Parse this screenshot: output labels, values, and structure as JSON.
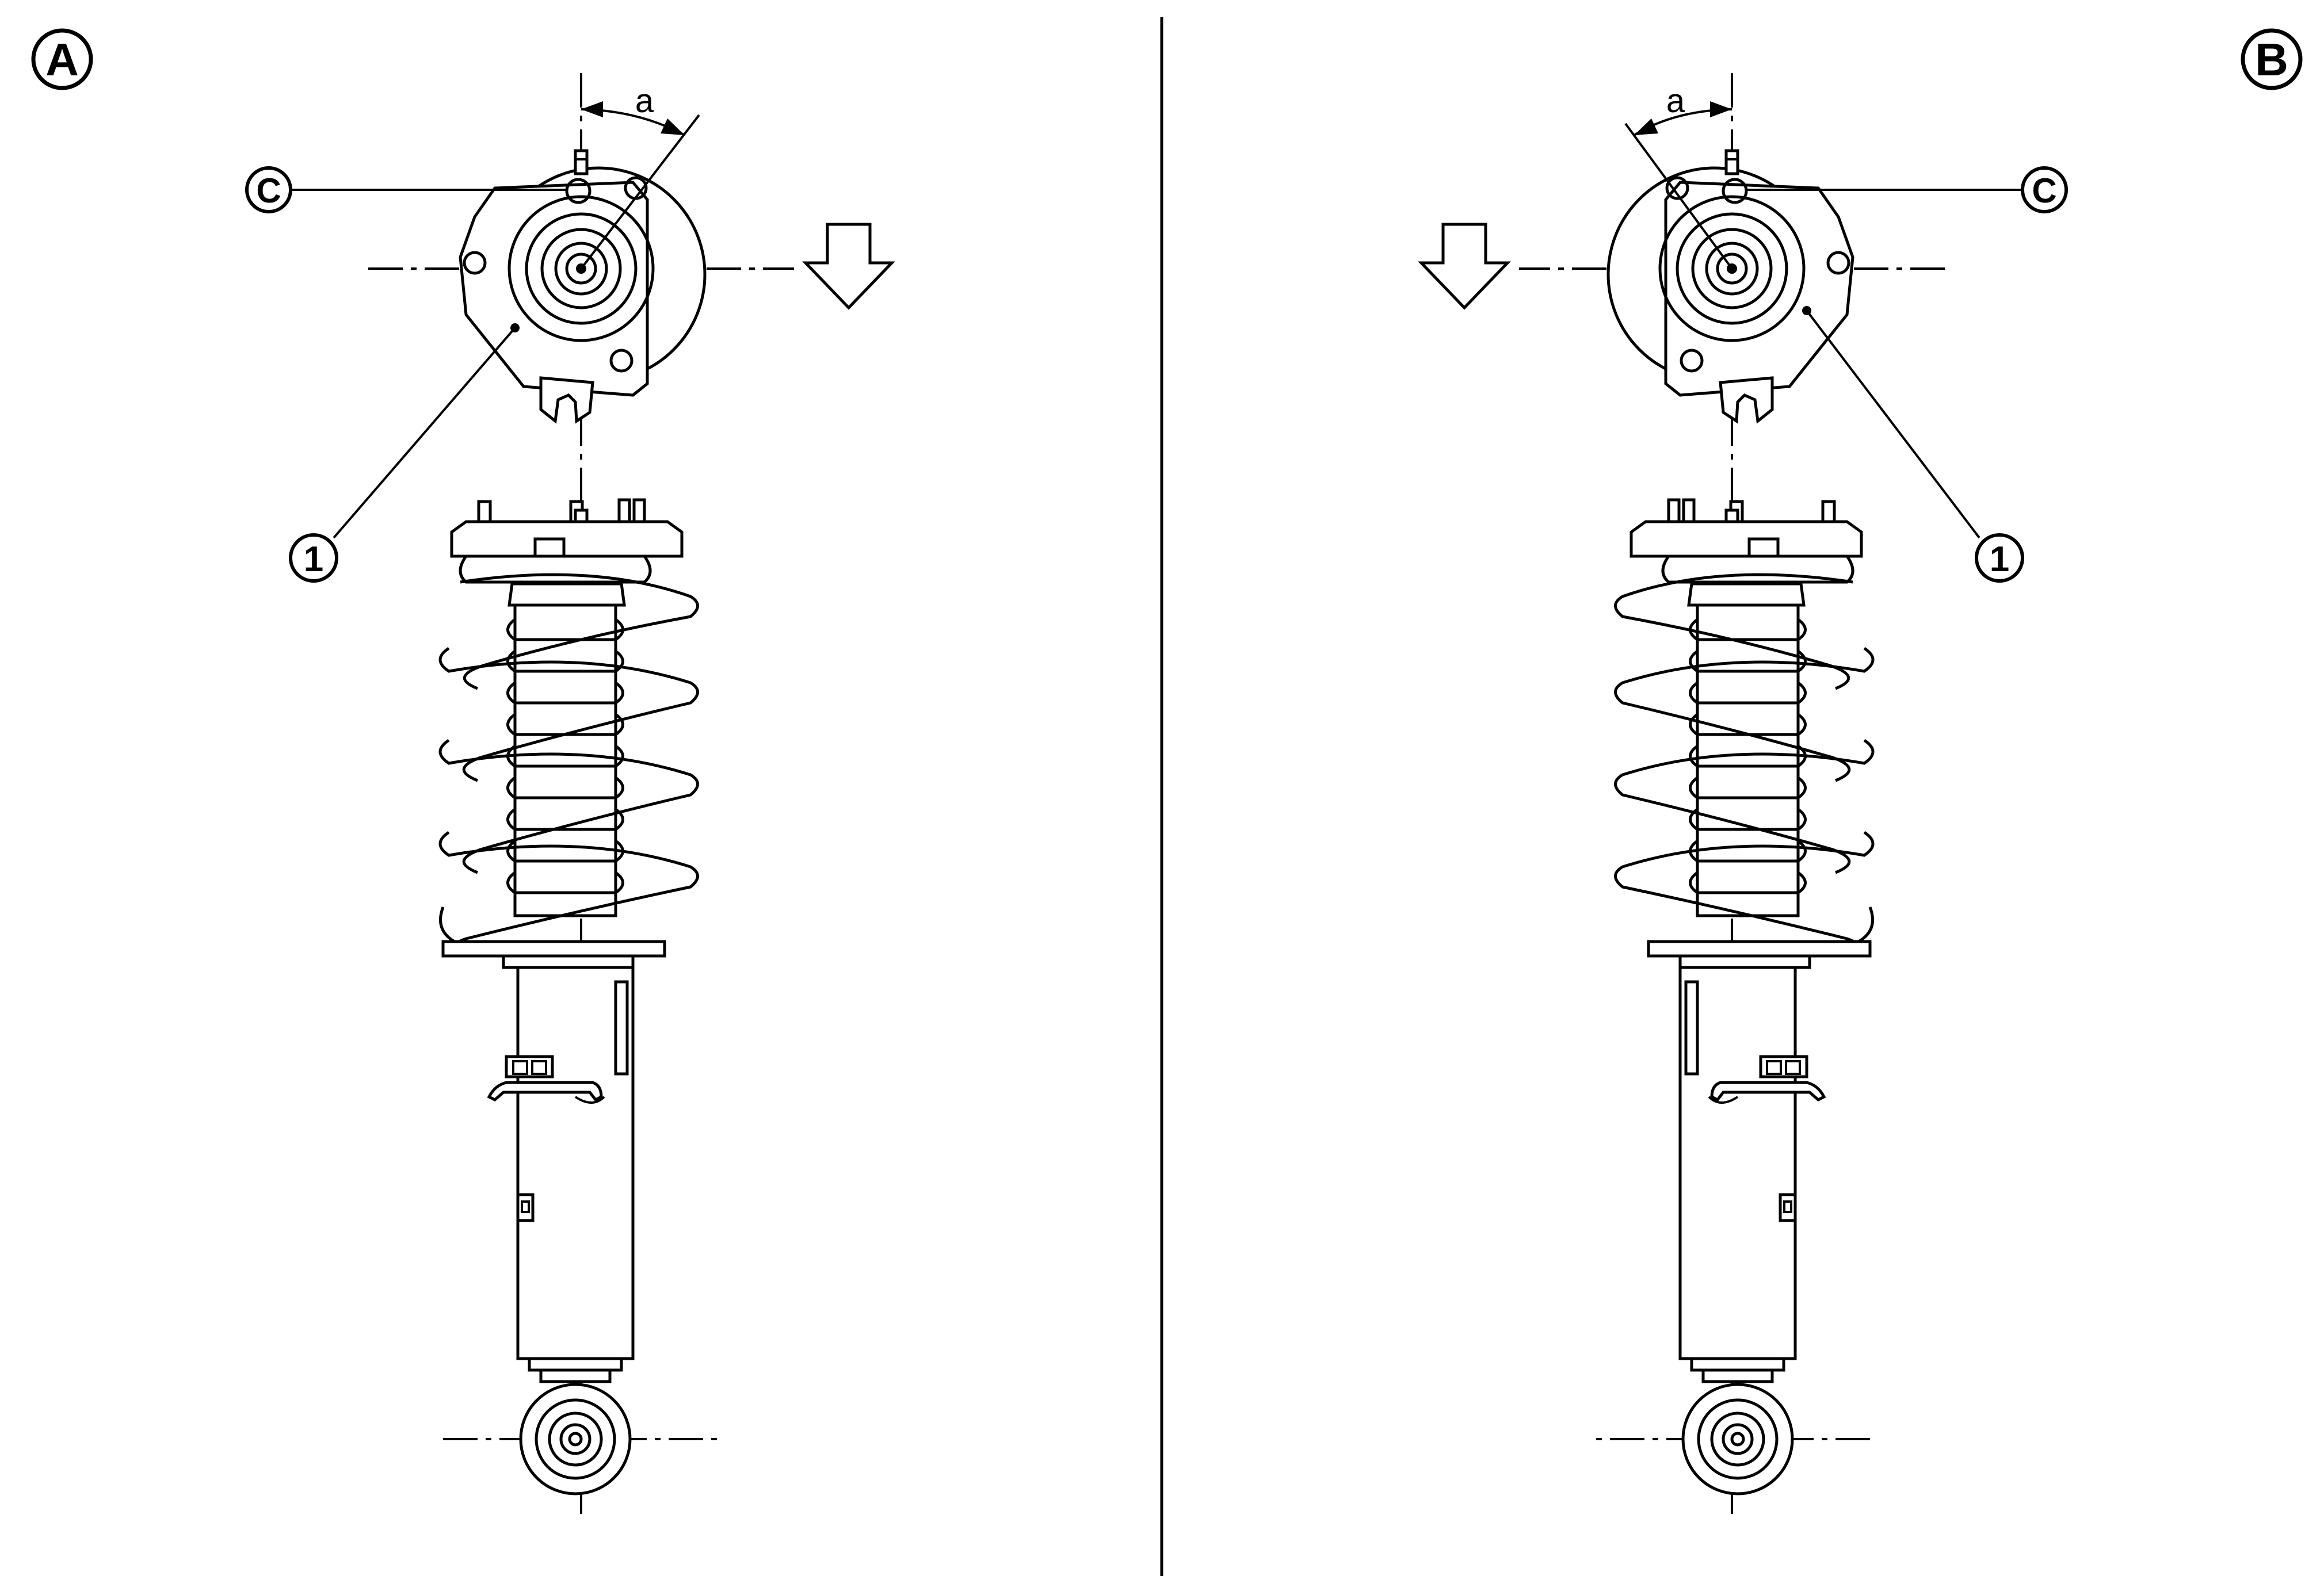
{
  "panels": [
    {
      "id": "left",
      "label": "A",
      "mount_label": "C",
      "part_label": "1",
      "angle_label": "a",
      "arrow_side": "right"
    },
    {
      "id": "right",
      "label": "B",
      "mount_label": "C",
      "part_label": "1",
      "angle_label": "a",
      "arrow_side": "left"
    }
  ],
  "colors": {
    "ink": "#000000",
    "paper": "#ffffff"
  }
}
